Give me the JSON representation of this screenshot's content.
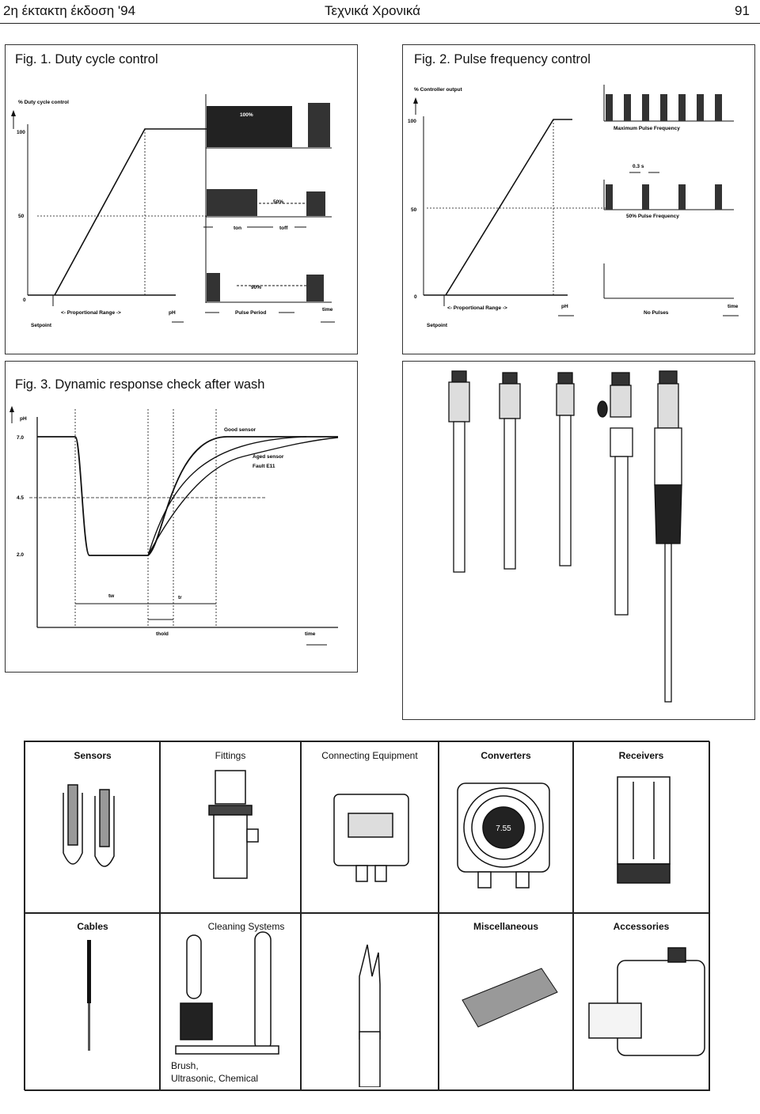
{
  "header": {
    "left": "2η έκτακτη έκδοση '94",
    "center": "Τεχνικά Χρονικά",
    "page": "91"
  },
  "fig1": {
    "title": "Fig. 1. Duty cycle control",
    "ylabel": "% Duty cycle control",
    "y100": "100",
    "y50": "50",
    "y0": "0",
    "prop_range": "<- Proportional Range ->",
    "setpoint": "Setpoint",
    "ph": "pH",
    "pulse_period": "Pulse Period",
    "time": "time",
    "pct_top": "100%",
    "pct_mid": "50%",
    "pct_bot": "90%",
    "t_on": "ton",
    "t_off": "toff"
  },
  "fig2": {
    "title": "Fig. 2. Pulse frequency control",
    "ylabel": "% Controller output",
    "y100": "100",
    "y50": "50",
    "y0": "0",
    "max_freq": "Maximum Pulse Frequency",
    "interval": "0.3 s",
    "half_freq": "50% Pulse Frequency",
    "no_pulses": "No Pulses",
    "prop_range": "<- Proportional Range ->",
    "setpoint": "Setpoint",
    "ph": "pH",
    "time": "time"
  },
  "fig3": {
    "title": "Fig. 3. Dynamic response check after wash",
    "ylabel": "pH",
    "y_high": "7.0",
    "y_mid": "4.5",
    "y_low": "2.0",
    "good_sensor": "Good sensor",
    "aged_sensor": "Aged sensor",
    "fault": "Fault E11",
    "t_w": "tw",
    "t_r": "tr",
    "t_hold": "thold",
    "time": "time"
  },
  "catalog": {
    "row1": [
      "Sensors",
      "Fittings",
      "Connecting Equipment",
      "Converters",
      "Receivers"
    ],
    "row2": [
      "Cables",
      "Cleaning Systems",
      "",
      "Miscellaneous",
      "Accessories"
    ],
    "brush_line1": "Brush,",
    "brush_line2": "Ultrasonic, Chemical",
    "converter_display": "7.55"
  }
}
